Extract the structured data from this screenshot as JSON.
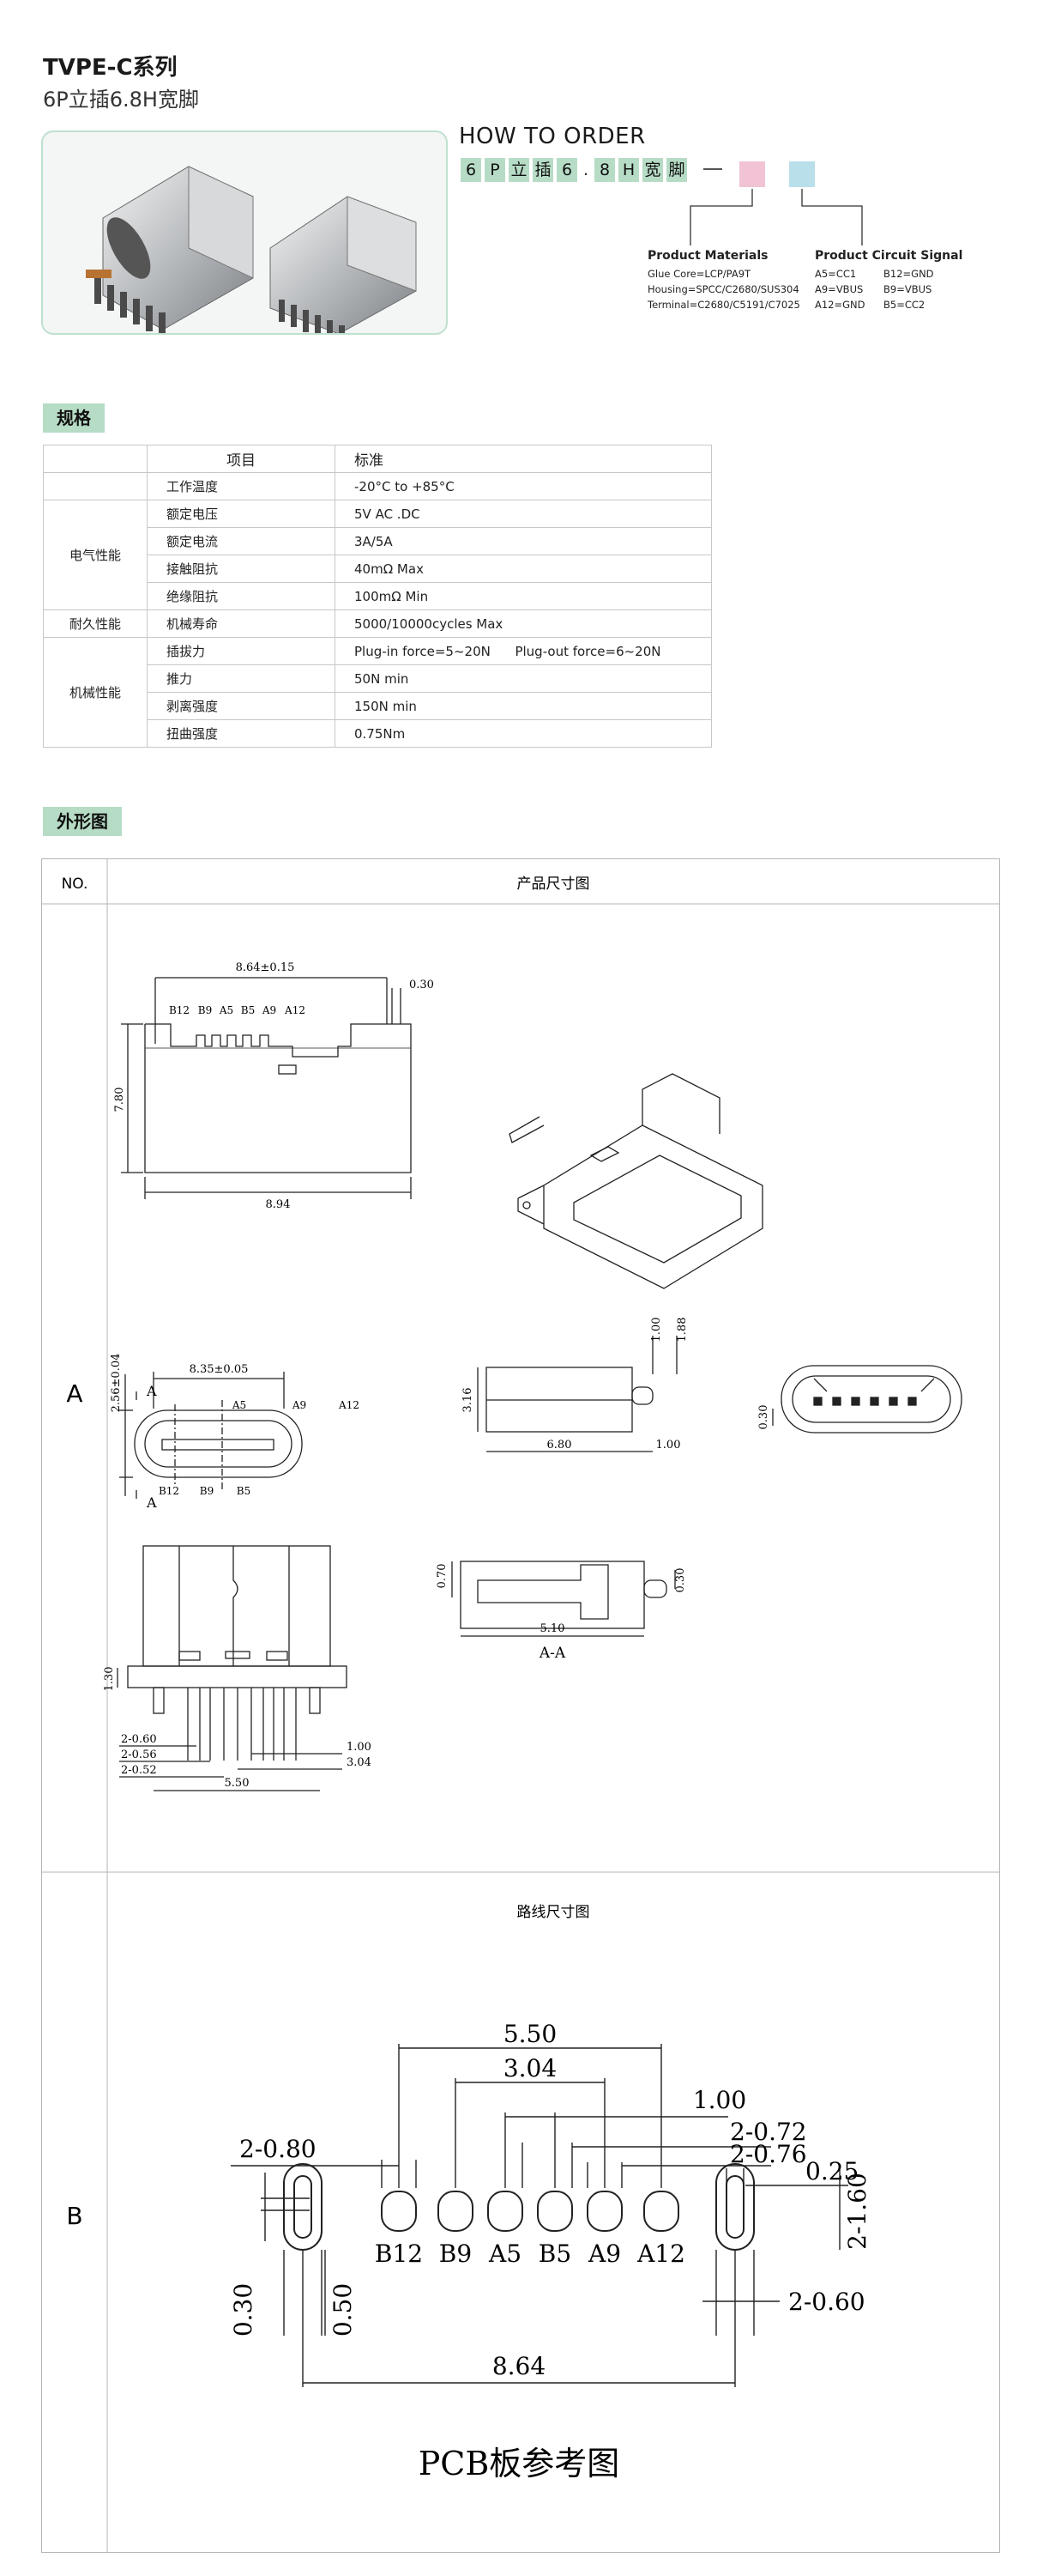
{
  "header": {
    "title": "TVPE-C系列",
    "subtitle": "6P立插6.8H宽脚"
  },
  "order": {
    "title": "HOW TO ORDER",
    "code_chars": [
      "6",
      "P",
      "立",
      "插",
      "6",
      ".",
      "8",
      "H",
      "宽",
      "脚"
    ],
    "materials": {
      "heading": "Product Materials",
      "lines": [
        "Glue Core=LCP/PA9T",
        "Housing=SPCC/C2680/SUS304",
        "Terminal=C2680/C5191/C7025"
      ]
    },
    "circuit": {
      "heading": "Product Circuit Signal",
      "col1": [
        "A5=CC1",
        "A9=VBUS",
        "A12=GND"
      ],
      "col2": [
        "B12=GND",
        "B9=VBUS",
        "B5=CC2"
      ]
    },
    "colors": {
      "pink": "#f1c3d5",
      "blue": "#b9dfea",
      "green": "#b7dcc6"
    }
  },
  "spec": {
    "tag": "规格",
    "head": {
      "item": "项目",
      "standard": "标准"
    },
    "groups": {
      "electrical": "电气性能",
      "durability": "耐久性能",
      "mechanical": "机械性能"
    },
    "rows": [
      {
        "item": "工作温度",
        "value": "-20°C to +85°C"
      },
      {
        "item": "额定电压",
        "value": "5V AC .DC"
      },
      {
        "item": "额定电流",
        "value": "3A/5A"
      },
      {
        "item": "接触阻抗",
        "value": "40mΩ Max"
      },
      {
        "item": "绝缘阻抗",
        "value": "100mΩ Min"
      },
      {
        "item": "机械寿命",
        "value": "5000/10000cycles Max"
      },
      {
        "item": "插拔力",
        "value": "Plug-in force=5~20N      Plug-out force=6~20N"
      },
      {
        "item": "推力",
        "value": "50N min"
      },
      {
        "item": "剥离强度",
        "value": "150N min"
      },
      {
        "item": "扭曲强度",
        "value": "0.75Nm"
      }
    ]
  },
  "drawing": {
    "tag": "外形图",
    "col_no": "NO.",
    "col_title": "产品尺寸图",
    "row_a": "A",
    "row_b": "B",
    "b_title": "路线尺寸图",
    "pcb_caption": "PCB板参考图",
    "a": {
      "top_width": "8.64±0.15",
      "top_gap": "0.30",
      "top_pins": [
        "B12",
        "B9",
        "A5",
        "B5",
        "A9",
        "A12"
      ],
      "height": "7.80",
      "bottom_width": "8.94",
      "front_width": "8.35±0.05",
      "front_height": "2.56±0.04",
      "front_top_pins": [
        "A5",
        "A9",
        "A12"
      ],
      "front_bottom_pins": [
        "B12",
        "B9",
        "B5"
      ],
      "section_mark": "A",
      "side_h1": "3.16",
      "side_d1": "1.00",
      "side_d2": "1.88",
      "side_w": "6.80",
      "side_w2": "1.00",
      "end_dim": "0.30",
      "sec_dim1": "0.70",
      "sec_dim2": "0.30",
      "sec_w": "5.10",
      "sec_label": "A-A",
      "bot_h": "1.30",
      "bot_d1": "2-0.60",
      "bot_d2": "2-0.56",
      "bot_d3": "2-0.52",
      "bot_d4": "1.00",
      "bot_d5": "3.04",
      "bot_w": "5.50"
    },
    "b": {
      "d550": "5.50",
      "d304": "3.04",
      "d100": "1.00",
      "d072": "2-0.72",
      "d076": "2-0.76",
      "d080": "2-0.80",
      "d025": "0.25",
      "d160": "2-1.60",
      "d030": "0.30",
      "d050": "0.50",
      "d060": "2-0.60",
      "d864": "8.64",
      "pins": [
        "B12",
        "B9",
        "A5",
        "B5",
        "A9",
        "A12"
      ]
    }
  }
}
